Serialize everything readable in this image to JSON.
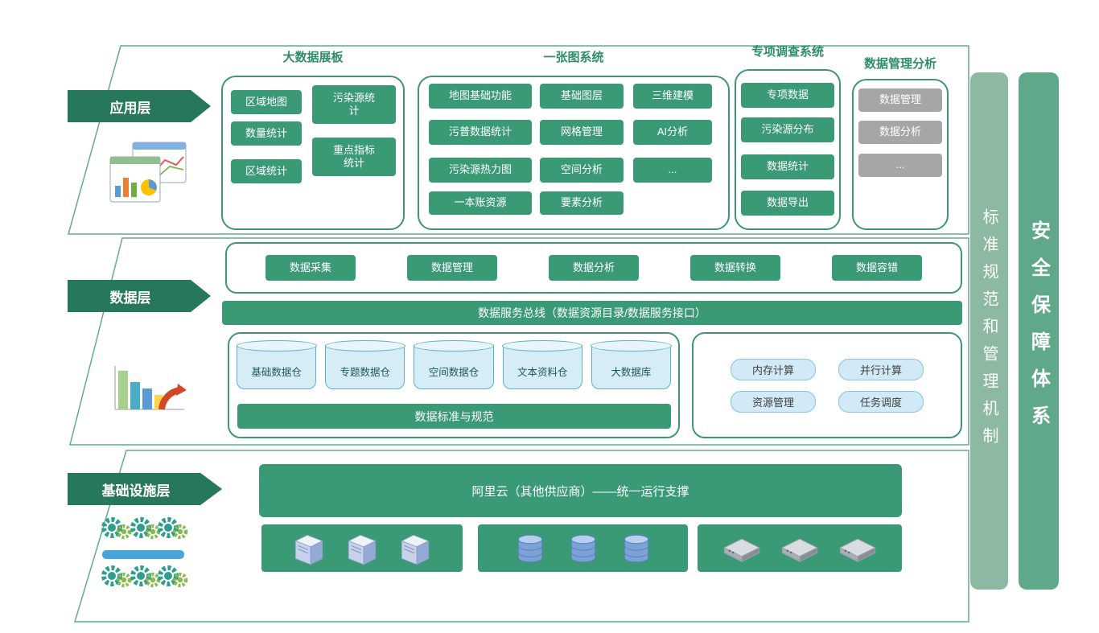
{
  "colors": {
    "node_green": "#3a9a76",
    "arrow_dark_green": "#27785a",
    "box_border_green": "#3f9674",
    "title_green": "#2f8e68",
    "gray_node": "#a6a6a6",
    "cylinder_fill": "#d7edf5",
    "cylinder_border": "#5ab1cd",
    "pill_fill": "#d2e9f6",
    "pill_border": "#86c6de",
    "side_bar_standards": "#8db9a3",
    "side_bar_security": "#5fa88a"
  },
  "side_bars": {
    "standards": "标准规范和管理机制",
    "security": "安全保障体系"
  },
  "app_layer": {
    "label": "应用层",
    "dashboard": {
      "title": "大数据展板",
      "items": [
        "区域地图",
        "数量统计",
        "区域统计",
        "污染源统计",
        "重点指标统计"
      ]
    },
    "onemap": {
      "title": "一张图系统",
      "items": [
        "地图基础功能",
        "基础图层",
        "三维建模",
        "污普数据统计",
        "网格管理",
        "AI分析",
        "污染源热力图",
        "空间分析",
        "...",
        "一本账资源",
        "要素分析"
      ]
    },
    "survey": {
      "title": "专项调查系统",
      "items": [
        "专项数据",
        "污染源分布",
        "数据统计",
        "数据导出"
      ]
    },
    "mgmt": {
      "title": "数据管理分析",
      "items": [
        "数据管理",
        "数据分析",
        "..."
      ]
    }
  },
  "data_layer": {
    "label": "数据层",
    "services": [
      "数据采集",
      "数据管理",
      "数据分析",
      "数据转换",
      "数据容错"
    ],
    "bus": "数据服务总线（数据资源目录/数据服务接口）",
    "warehouses": [
      "基础数据仓",
      "专题数据仓",
      "空间数据仓",
      "文本资料仓",
      "大数据库"
    ],
    "standard_bar": "数据标准与规范",
    "computing": [
      "内存计算",
      "并行计算",
      "资源管理",
      "任务调度"
    ]
  },
  "infra_layer": {
    "label": "基础设施层",
    "platform_bar": "阿里云（其他供应商）——统一运行支撑"
  }
}
